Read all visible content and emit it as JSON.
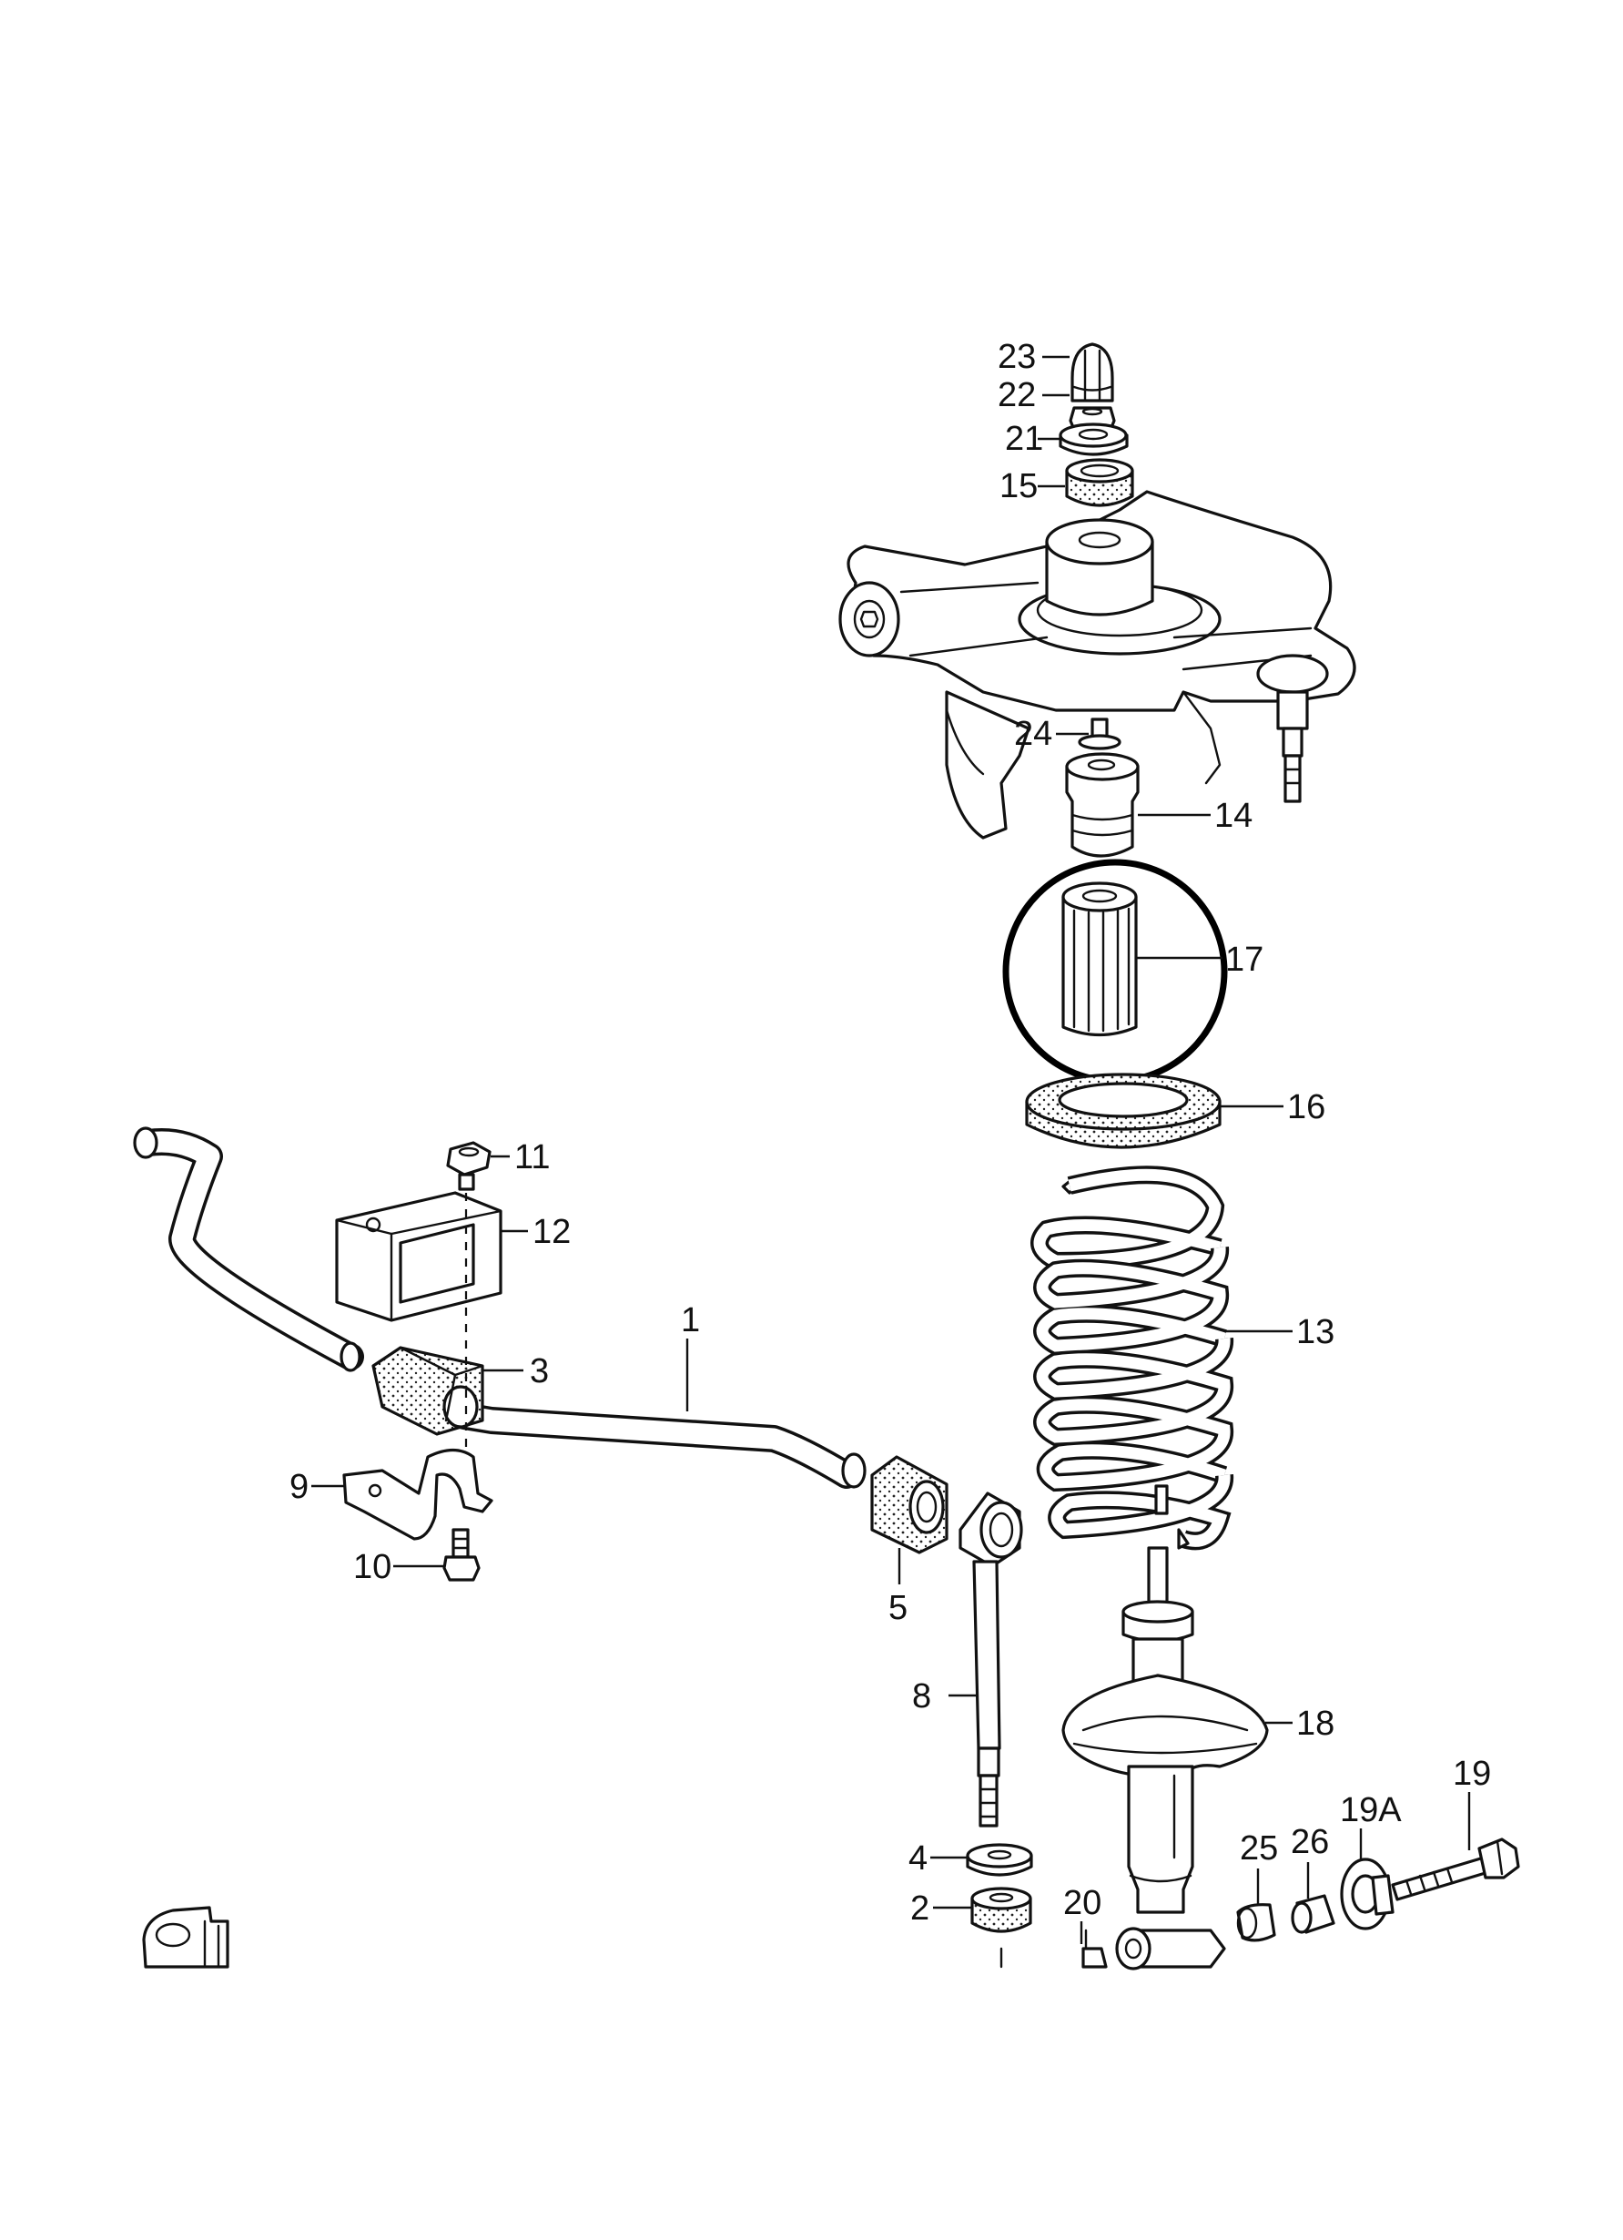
{
  "diagram": {
    "highlighted_part": "17",
    "labels": {
      "p1": "1",
      "p2": "2",
      "p3": "3",
      "p4": "4",
      "p5": "5",
      "p8": "8",
      "p9": "9",
      "p10": "10",
      "p11": "11",
      "p12": "12",
      "p13": "13",
      "p14": "14",
      "p15": "15",
      "p16": "16",
      "p17": "17",
      "p18": "18",
      "p19": "19",
      "p19a": "19A",
      "p20": "20",
      "p21": "21",
      "p22": "22",
      "p23": "23",
      "p24": "24",
      "p25": "25",
      "p26": "26"
    }
  }
}
